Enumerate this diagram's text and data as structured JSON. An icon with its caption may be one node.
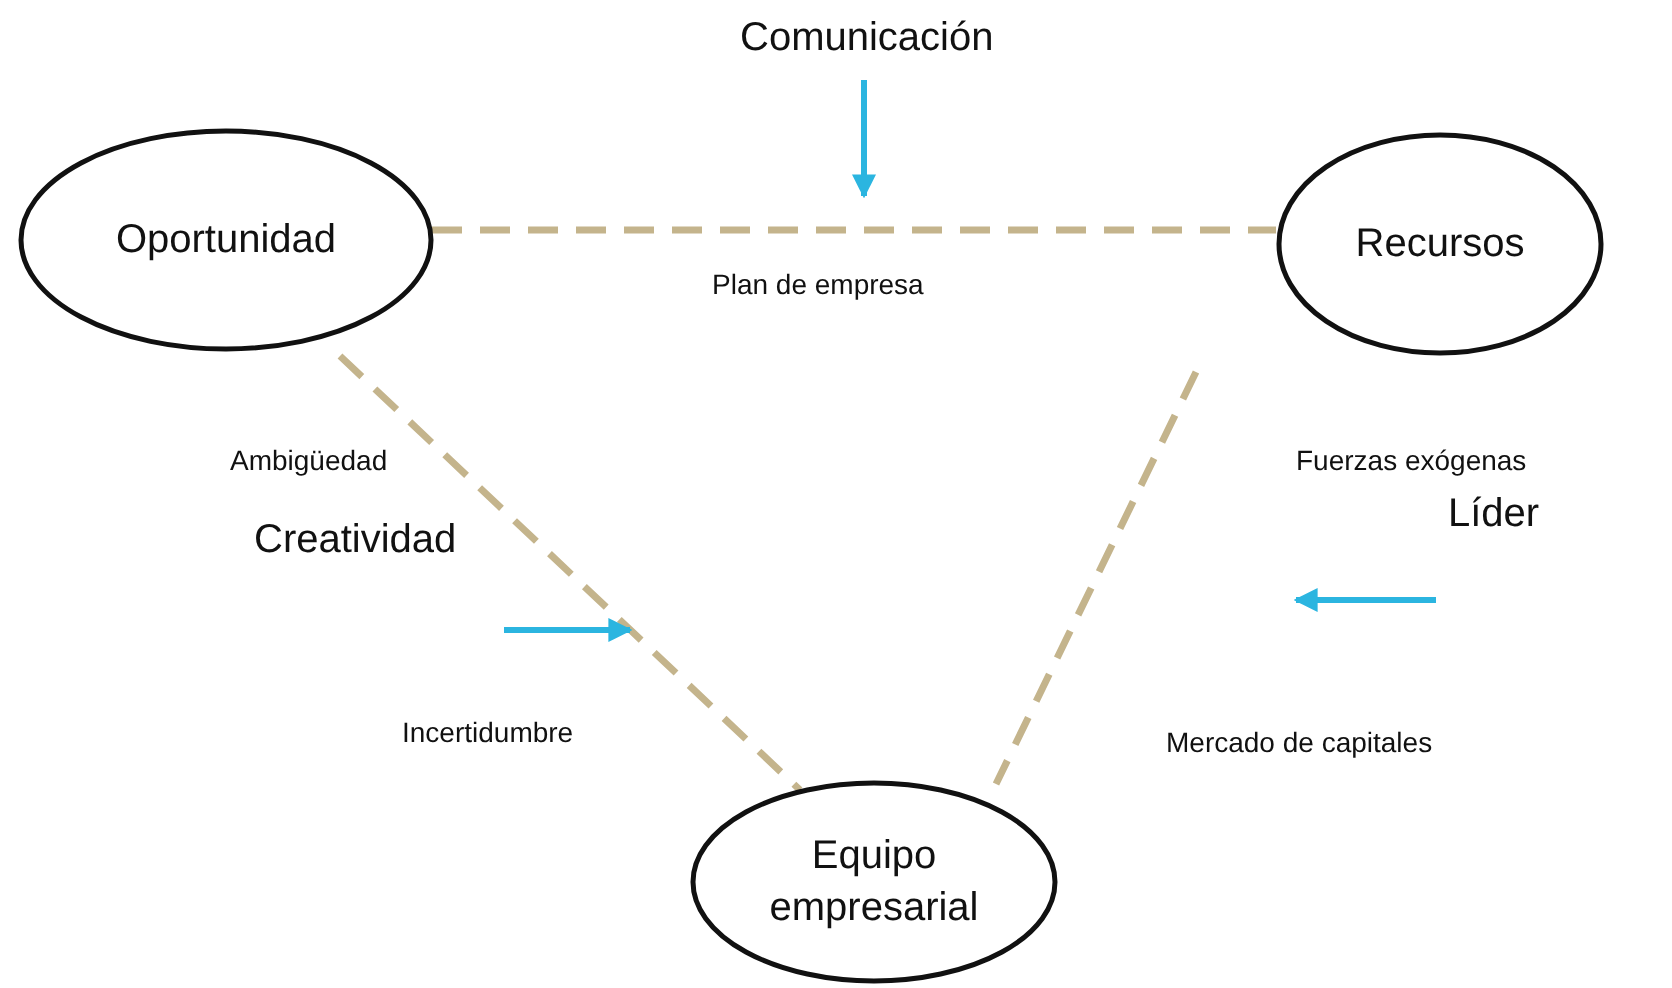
{
  "diagram": {
    "nodes": [
      {
        "text": [
          "Oportunidad"
        ]
      },
      {
        "text": [
          "Recursos"
        ]
      },
      {
        "text": [
          "Equipo empresarial"
        ]
      }
    ],
    "edges": [
      {
        "from": 0,
        "to": 1,
        "arrow": "none",
        "style": "dashed"
      },
      {
        "from": 0,
        "to": 2,
        "arrow": "none",
        "style": "dashed"
      },
      {
        "from": 1,
        "to": 2,
        "arrow": "none",
        "style": "dashed"
      }
    ],
    "labels": [
      "Comunicación",
      "Plan de empresa",
      "Ambigüedad",
      "Fuerzas exógenas",
      "Creatividad",
      "Líder",
      "Incertidumbre",
      "Mercado de capitales"
    ]
  }
}
